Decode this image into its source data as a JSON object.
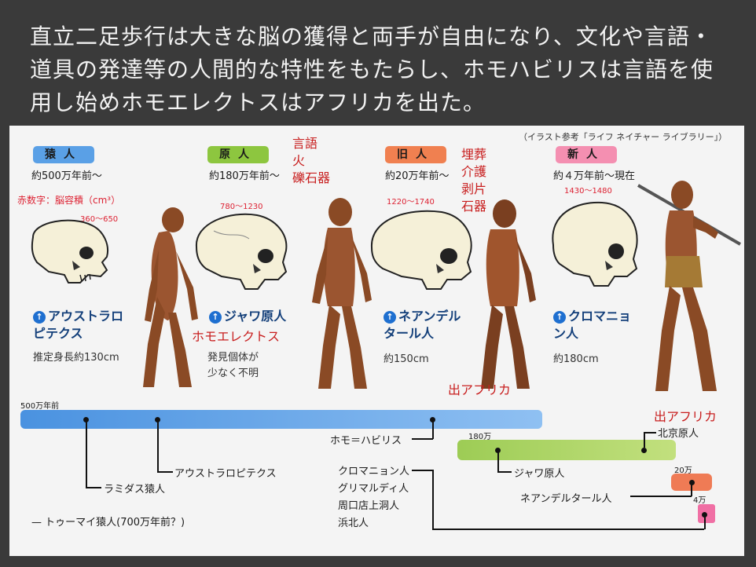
{
  "title": "直立二足歩行は大きな脳の獲得と両手が自由になり、文化や言語・道具の発達等の人間的な特性をもたらし、ホモハビリスは言語を使用し始めホモエレクトスはアフリカを出た。",
  "credit": "（イラスト参考「ライフ ネイチャー ライブラリー」）",
  "brain_note": "赤数字：脳容積（cm³）",
  "eras": [
    {
      "badge": "猿人",
      "time": "約500万年前〜",
      "brain": "360〜650",
      "species_line1": "アウストラロ",
      "species_line2": "ピテクス",
      "info_line1": "推定身長約130cm",
      "info_line2": "",
      "color": "#5aa0e6"
    },
    {
      "badge": "原人",
      "time": "約180万年前〜",
      "brain": "780〜1230",
      "species_line1": "ジャワ原人",
      "species_line2": "",
      "info_line1": "発見個体が",
      "info_line2": "少なく不明",
      "color": "#8dc63f"
    },
    {
      "badge": "旧人",
      "time": "約20万年前〜",
      "brain": "1220〜1740",
      "species_line1": "ネアンデル",
      "species_line2": "タール人",
      "info_line1": "約150cm",
      "info_line2": "",
      "color": "#f08050"
    },
    {
      "badge": "新人",
      "time": "約４万年前〜現在",
      "brain": "1430〜1480",
      "species_line1": "クロマニョ",
      "species_line2": "ン人",
      "info_line1": "約180cm",
      "info_line2": "",
      "color": "#f48fb1"
    }
  ],
  "annotations": {
    "genjin_traits": [
      "言語",
      "火",
      "礫石器"
    ],
    "kyujin_traits": [
      "埋葬",
      "介護",
      "剥片",
      "石器"
    ],
    "homo_erectus": "ホモエレクトス",
    "out_of_africa_1": "出アフリカ",
    "out_of_africa_2": "出アフリカ"
  },
  "timeline": {
    "start_label": "500万年前",
    "label_180": "180万",
    "label_20": "20万",
    "label_4": "4万",
    "homo_habilis": "ホモ＝ハビリス",
    "ramidus": "ラミダス猿人",
    "australopithecus": "アウストラロピテクス",
    "toumai": "トゥーマイ猿人(700万年前？)",
    "java": "ジャワ原人",
    "peking": "北京原人",
    "neanderthal": "ネアンデルタール人",
    "modern": [
      "クロマニョン人",
      "グリマルディ人",
      "周口店上洞人",
      "浜北人"
    ]
  }
}
